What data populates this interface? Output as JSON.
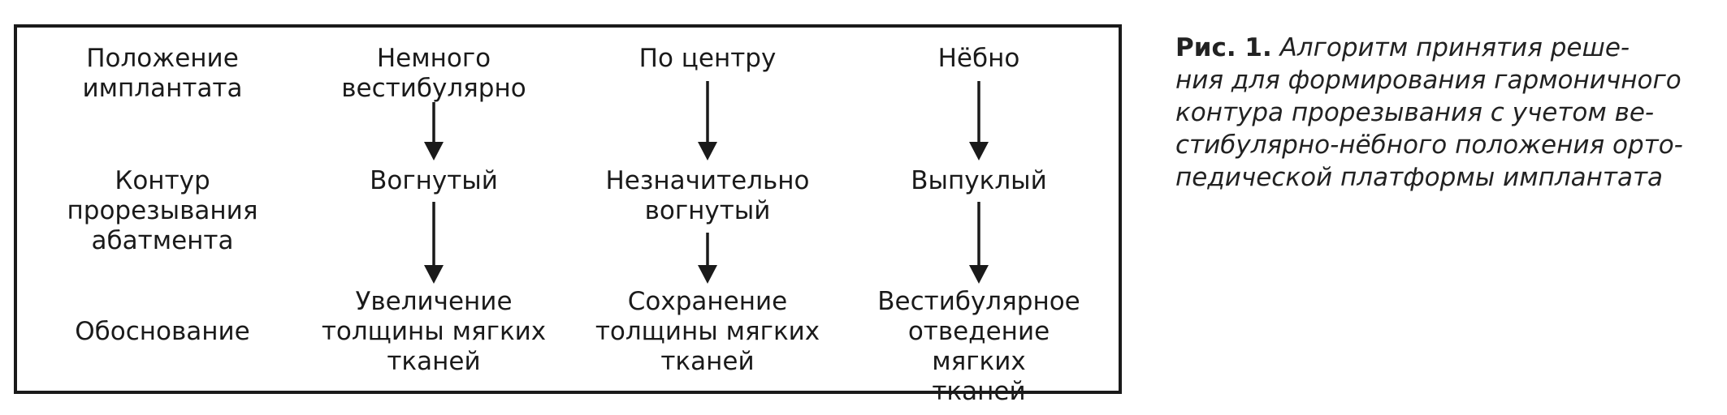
{
  "rows": {
    "position": "Положение\nимплантата",
    "contour": "Контур\nпрорезывания\nабатмента",
    "rationale": "Обоснование"
  },
  "columns": [
    {
      "position": "Немного\nвестибулярно",
      "contour": "Вогнутый",
      "rationale": "Увеличение\nтолщины мягких\nтканей"
    },
    {
      "position": "По центру",
      "contour": "Незначительно\nвогнутый",
      "rationale": "Сохранение\nтолщины мягких\nтканей"
    },
    {
      "position": "Нёбно",
      "contour": "Выпуклый",
      "rationale": "Вестибулярное\nотведение мягких\nтканей"
    }
  ],
  "caption": {
    "label": "Рис. 1.",
    "lines": [
      " Алгоритм принятия реше-",
      "ния для формирования гармоничного",
      "контура прорезывания с учетом ве-",
      "стибулярно-нёбного положения орто-",
      "педической платформы имплантата"
    ]
  }
}
